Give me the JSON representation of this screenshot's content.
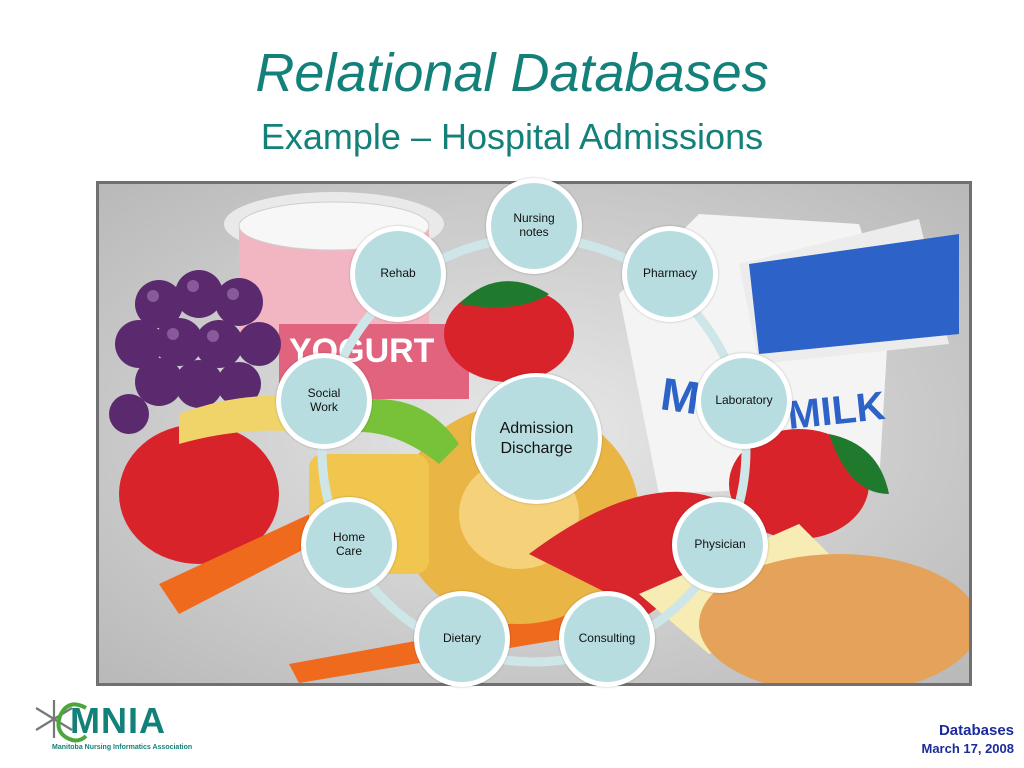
{
  "slide": {
    "title": "Relational Databases",
    "subtitle": "Example – Hospital Admissions"
  },
  "diagram": {
    "center": "Admission\nDischarge",
    "nodes": [
      "Nursing\nnotes",
      "Pharmacy",
      "Laboratory",
      "Physician",
      "Consulting",
      "Dietary",
      "Home\nCare",
      "Social\nWork",
      "Rehab"
    ],
    "colors": {
      "node_fill": "#b8dde0",
      "ring": "#cfe6e9",
      "title": "#13807a",
      "footer": "#1a2b9c"
    }
  },
  "photo": {
    "yogurt_label": "YOGURT",
    "milk_label": "MILK"
  },
  "logo": {
    "name": "MNIA",
    "tagline": "Manitoba Nursing Informatics Association"
  },
  "footer": {
    "title": "Databases",
    "date": "March 17, 2008"
  }
}
